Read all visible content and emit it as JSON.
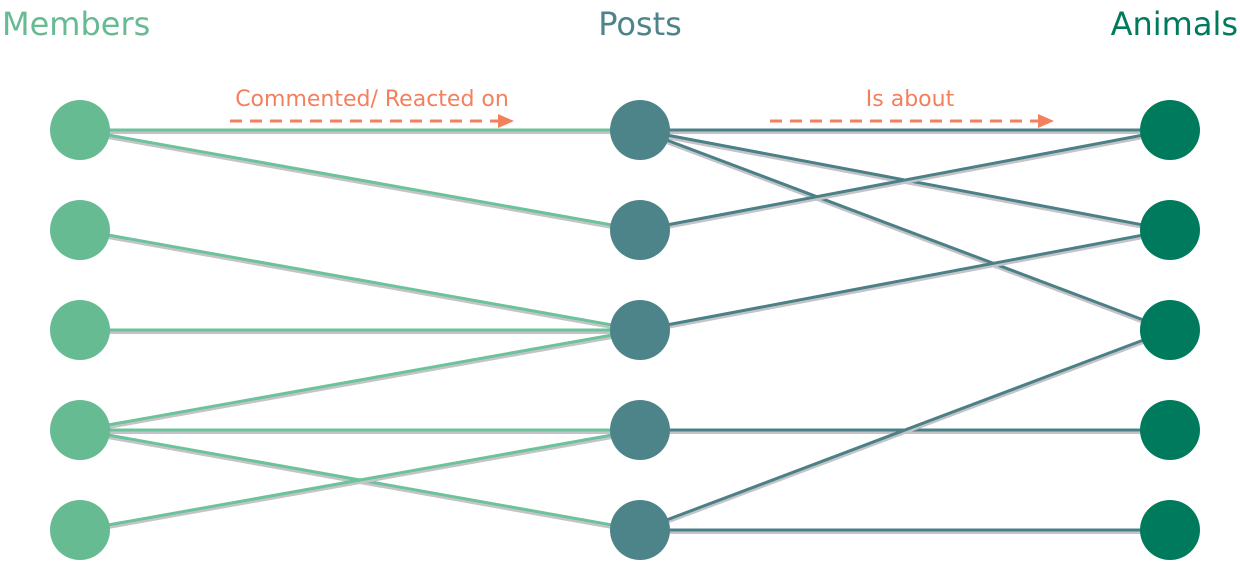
{
  "columns": {
    "members": {
      "title": "Members",
      "color": "#66bb92",
      "count": 5
    },
    "posts": {
      "title": "Posts",
      "color": "#4d8489",
      "count": 5
    },
    "animals": {
      "title": "Animals",
      "color": "#007a5c",
      "count": 5
    }
  },
  "arrows": {
    "left_label": "Commented/ Reacted on",
    "right_label": "Is about",
    "color": "#f47f5d"
  },
  "edges": {
    "member_post": [
      [
        0,
        0
      ],
      [
        0,
        1
      ],
      [
        1,
        2
      ],
      [
        2,
        2
      ],
      [
        3,
        2
      ],
      [
        3,
        3
      ],
      [
        3,
        4
      ],
      [
        4,
        3
      ]
    ],
    "post_animal": [
      [
        0,
        0
      ],
      [
        0,
        1
      ],
      [
        0,
        2
      ],
      [
        1,
        0
      ],
      [
        2,
        1
      ],
      [
        3,
        3
      ],
      [
        4,
        2
      ],
      [
        4,
        4
      ]
    ]
  },
  "colors": {
    "member_edge": "#6cc29a",
    "post_edge": "#4b8087",
    "edge_shadow": "#c4c4c8"
  }
}
